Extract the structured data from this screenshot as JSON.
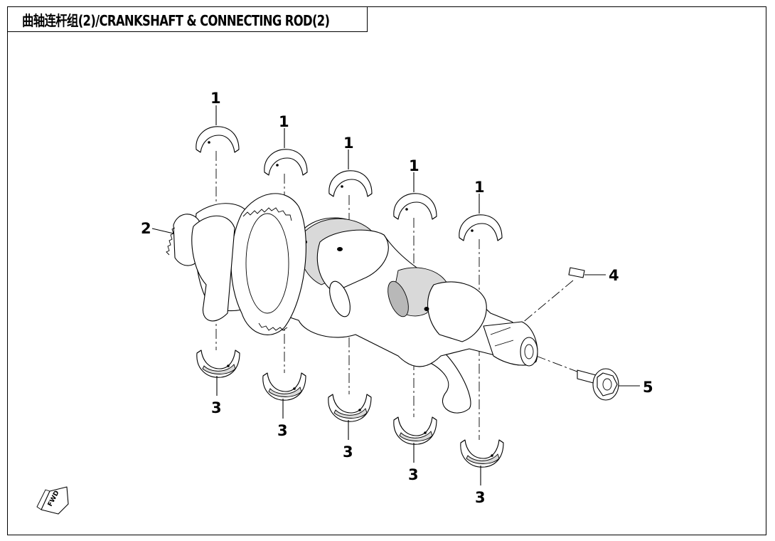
{
  "title": "曲轴连杆组(2)/CRANKSHAFT & CONNECTING ROD(2)",
  "callouts": {
    "upper_bearing_1": "1",
    "upper_bearing_2": "1",
    "upper_bearing_3": "1",
    "upper_bearing_4": "1",
    "upper_bearing_5": "1",
    "gear": "2",
    "lower_bearing_1": "3",
    "lower_bearing_2": "3",
    "lower_bearing_3": "3",
    "lower_bearing_4": "3",
    "lower_bearing_5": "3",
    "key": "4",
    "bolt": "5"
  },
  "fwd_label": "FWD"
}
